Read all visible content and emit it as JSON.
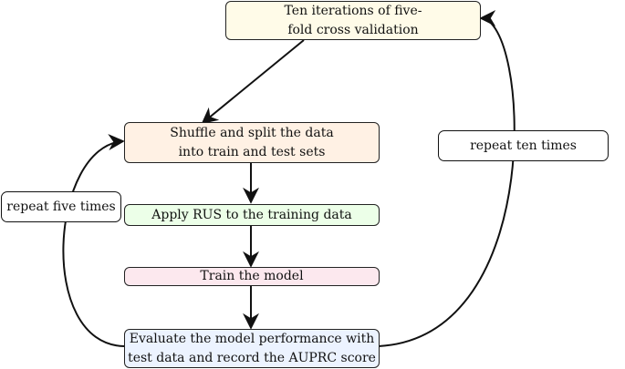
{
  "diagram": {
    "nodes": [
      {
        "id": "iterations",
        "text": "Ten iterations of five-\nfold cross validation",
        "fill": "#fffbe8"
      },
      {
        "id": "shuffle",
        "text": "Shuffle and split the data\ninto train and test sets",
        "fill": "#fff1e4"
      },
      {
        "id": "rus",
        "text": "Apply RUS to the training data",
        "fill": "#ecffe8"
      },
      {
        "id": "train",
        "text": "Train the model",
        "fill": "#fce8ee"
      },
      {
        "id": "evaluate",
        "text": "Evaluate the model performance with\ntest data and record the AUPRC score",
        "fill": "#ecf3ff"
      }
    ],
    "loop_labels": {
      "inner": "repeat five times",
      "outer": "repeat ten times"
    },
    "edges": [
      {
        "from": "iterations",
        "to": "shuffle"
      },
      {
        "from": "shuffle",
        "to": "rus"
      },
      {
        "from": "rus",
        "to": "train"
      },
      {
        "from": "train",
        "to": "evaluate"
      },
      {
        "from": "evaluate",
        "to": "shuffle",
        "label": "inner"
      },
      {
        "from": "evaluate",
        "to": "iterations",
        "label": "outer"
      }
    ]
  }
}
